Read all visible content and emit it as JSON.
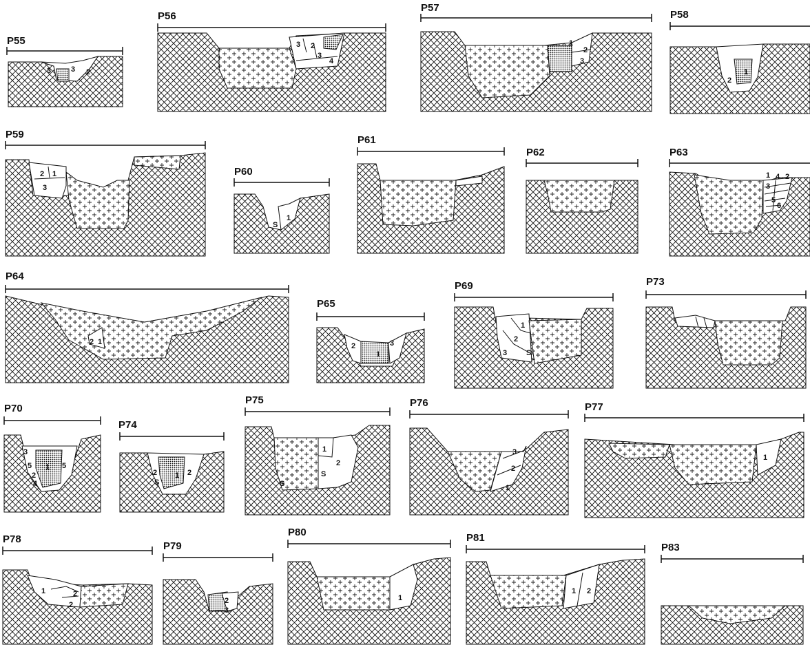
{
  "profiles": [
    {
      "id": "p55",
      "label": "P55",
      "fills": [
        "3",
        "3",
        "2"
      ]
    },
    {
      "id": "p56",
      "label": "P56",
      "fills": [
        "3",
        "2",
        "3",
        "4"
      ]
    },
    {
      "id": "p57",
      "label": "P57",
      "fills": [
        "1",
        "2",
        "3"
      ]
    },
    {
      "id": "p58",
      "label": "P58",
      "fills": [
        "1",
        "2"
      ]
    },
    {
      "id": "p59",
      "label": "P59",
      "fills": [
        "2",
        "1",
        "3"
      ]
    },
    {
      "id": "p60",
      "label": "P60",
      "fills": [
        "S",
        "1"
      ]
    },
    {
      "id": "p61",
      "label": "P61",
      "fills": []
    },
    {
      "id": "p62",
      "label": "P62",
      "fills": []
    },
    {
      "id": "p63",
      "label": "P63",
      "fills": [
        "1",
        "4",
        "2",
        "3",
        "5",
        "6"
      ]
    },
    {
      "id": "p64",
      "label": "P64",
      "fills": [
        "2",
        "1"
      ]
    },
    {
      "id": "p65",
      "label": "P65",
      "fills": [
        "2",
        "1",
        "3"
      ]
    },
    {
      "id": "p69",
      "label": "P69",
      "fills": [
        "1",
        "2",
        "3",
        "S"
      ]
    },
    {
      "id": "p73",
      "label": "P73",
      "fills": []
    },
    {
      "id": "p70",
      "label": "P70",
      "fills": [
        "3",
        "5",
        "1",
        "5",
        "2",
        "4"
      ]
    },
    {
      "id": "p74",
      "label": "P74",
      "fills": [
        "2",
        "1",
        "2",
        "S"
      ]
    },
    {
      "id": "p75",
      "label": "P75",
      "fills": [
        "1",
        "2",
        "S",
        "S"
      ]
    },
    {
      "id": "p76",
      "label": "P76",
      "fills": [
        "3",
        "2",
        "1"
      ]
    },
    {
      "id": "p77",
      "label": "P77",
      "fills": [
        "1"
      ]
    },
    {
      "id": "p78",
      "label": "P78",
      "fills": [
        "1",
        "2",
        "2"
      ]
    },
    {
      "id": "p79",
      "label": "P79",
      "fills": [
        "2",
        "3"
      ]
    },
    {
      "id": "p80",
      "label": "P80",
      "fills": [
        "1"
      ]
    },
    {
      "id": "p81",
      "label": "P81",
      "fills": [
        "1",
        "2"
      ]
    },
    {
      "id": "p83",
      "label": "P83",
      "fills": []
    }
  ]
}
